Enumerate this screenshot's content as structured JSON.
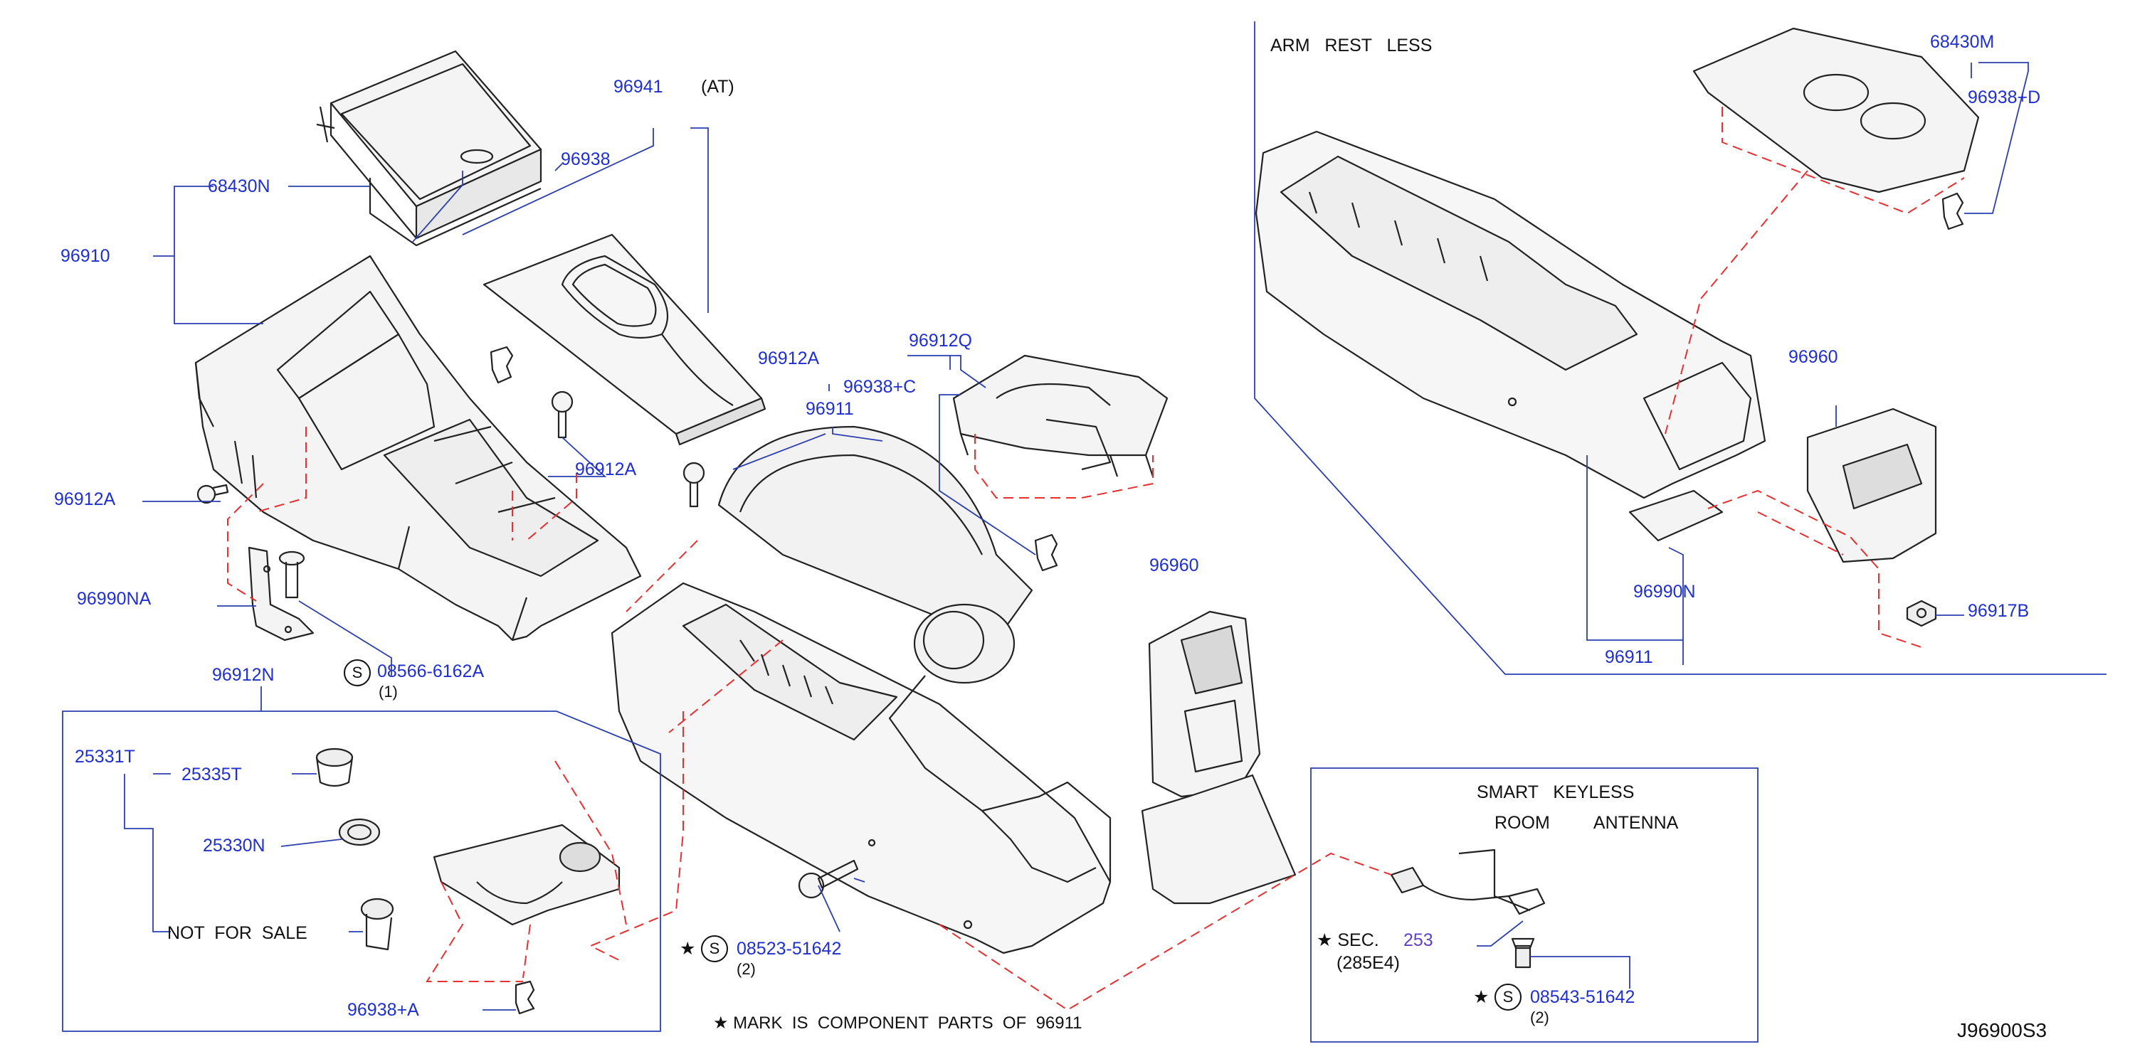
{
  "colors": {
    "part_number": "#1f2fd0",
    "leader": "#2b3fb0",
    "dashed": "#e83030",
    "outline": "#222222",
    "purple": "#6040c8"
  },
  "labels": {
    "p96941": "96941",
    "at": "(AT)",
    "p96938_top": "96938",
    "p68430N": "68430N",
    "p96910": "96910",
    "p96912A_right": "96912A",
    "p96912Q": "96912Q",
    "p96938C": "96938+C",
    "p96911": "96911",
    "p96912A_mid": "96912A",
    "p96912A_left": "96912A",
    "p96990NA": "96990NA",
    "s_symbol_1": "S",
    "p08566": "08566-6162A",
    "qty_1": "(1)",
    "p96912N": "96912N",
    "p25331T": "25331T",
    "p25335T": "25335T",
    "p25330N": "25330N",
    "not_for_sale": "NOT  FOR  SALE",
    "p96938A": "96938+A",
    "p96960_mid": "96960",
    "star_1": "★",
    "s_symbol_2": "S",
    "p08523": "08523-51642",
    "qty_2": "(2)",
    "mark_note": "★ MARK  IS  COMPONENT  PARTS  OF  96911",
    "arm_rest_less": "ARM   REST   LESS",
    "p68430M": "68430M",
    "p96938D": "96938+D",
    "p96960_right": "96960",
    "p96990N": "96990N",
    "p96917B": "96917B",
    "p96911_right": "96911",
    "smart_keyless": "SMART   KEYLESS",
    "room_antenna": "ROOM         ANTENNA",
    "star_sec": "★ SEC.",
    "sec_num": "253",
    "sec_ref": "(285E4)",
    "star_3": "★",
    "s_symbol_3": "S",
    "p08543": "08543-51642",
    "qty_3": "(2)",
    "diagram_code": "J96900S3"
  }
}
